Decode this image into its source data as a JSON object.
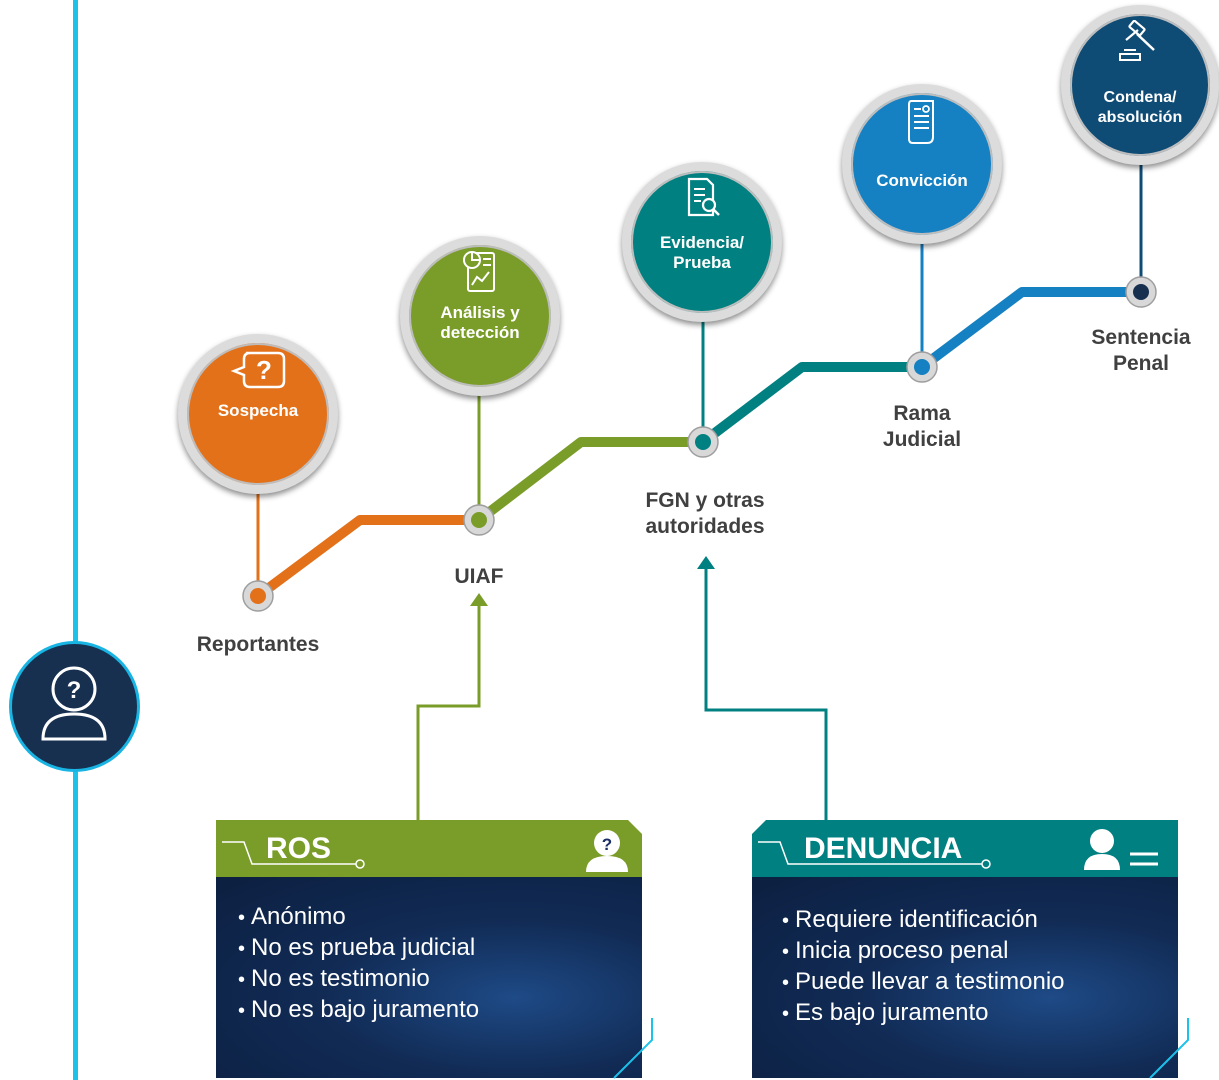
{
  "stages": [
    {
      "label": "Sospecha",
      "icon": "speech-question-icon",
      "color": "#e3711a"
    },
    {
      "label": "Análisis y detección",
      "icon": "analysis-report-icon",
      "color": "#7a9d2a"
    },
    {
      "label": "Evidencia/ Prueba",
      "icon": "document-search-icon",
      "color": "#008080"
    },
    {
      "label": "Convicción",
      "icon": "scroll-document-icon",
      "color": "#1580c2"
    },
    {
      "label": "Condena/ absolución",
      "icon": "gavel-icon",
      "color": "#0f4c75"
    }
  ],
  "nodes": {
    "reportantes": "Reportantes",
    "uiaf": "UIAF",
    "fgn": "FGN y otras autoridades",
    "rama": "Rama Judicial",
    "sentencia": "Sentencia Penal"
  },
  "ros": {
    "title": "ROS",
    "icon": "anonymous-user-icon",
    "accent": "#7a9d2a",
    "items": [
      "Anónimo",
      "No es prueba judicial",
      "No es testimonio",
      "No es bajo juramento"
    ]
  },
  "denuncia": {
    "title": "DENUNCIA",
    "icon": "identified-user-icon",
    "accent": "#008080",
    "items": [
      "Requiere identificación",
      "Inicia proceso penal",
      "Puede llevar a testimonio",
      "Es bajo juramento"
    ]
  },
  "side_icon": "anonymous-person-icon"
}
